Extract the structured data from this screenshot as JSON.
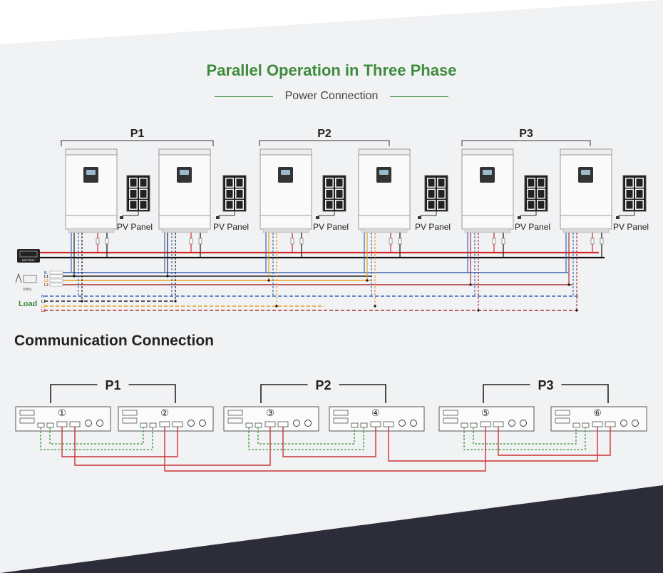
{
  "title": "Parallel Operation in Three Phase",
  "subtitle": "Power Connection",
  "comm_title": "Communication Connection",
  "groups": [
    "P1",
    "P2",
    "P3"
  ],
  "pv_label": "PV Panel",
  "battery_label": "BATTERY",
  "utility_label": "Utility",
  "utility_lines": [
    "N",
    "L1",
    "L2",
    "L3"
  ],
  "load_label": "Load",
  "load_lines": [
    "N",
    "L1",
    "L2",
    "L3"
  ],
  "unit_numbers": [
    "①",
    "②",
    "③",
    "④",
    "⑤",
    "⑥"
  ],
  "colors": {
    "title_green": "#3d8b3d",
    "neutral_blue": "#3b63b5",
    "l1_black": "#222222",
    "l2_orange": "#e8a020",
    "l3_red": "#b03030",
    "battery_red": "#d42a2a",
    "comm_green": "#3a9a3a",
    "comm_red": "#cc3333",
    "footer_dark": "#2d2d3a"
  }
}
